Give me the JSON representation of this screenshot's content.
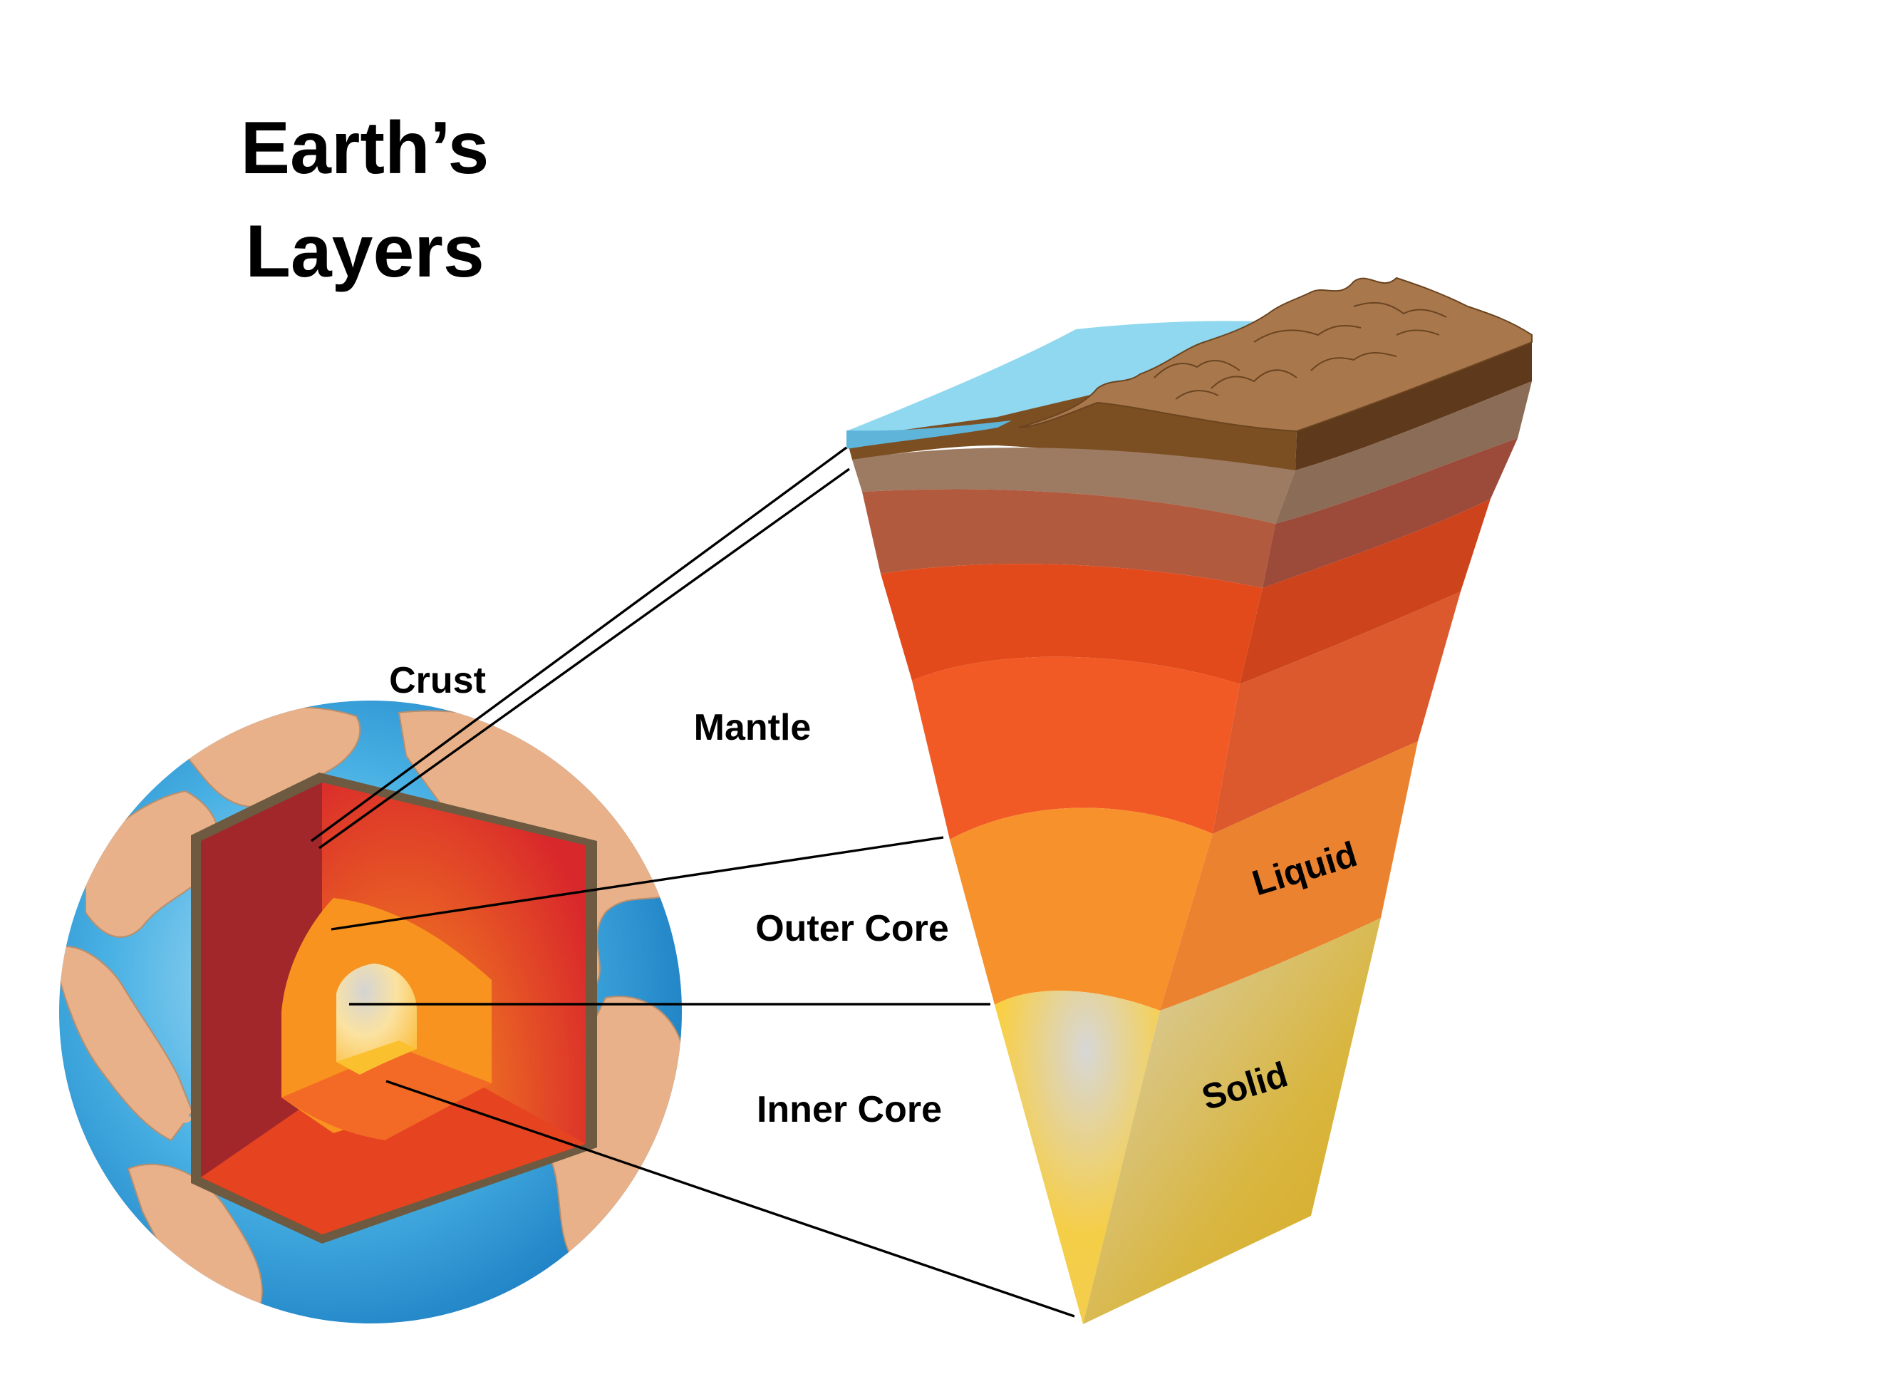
{
  "title": {
    "line1": "Earth’s",
    "line2": "Layers"
  },
  "labels": {
    "crust": "Crust",
    "mantle": "Mantle",
    "outer_core": "Outer Core",
    "inner_core": "Inner Core",
    "liquid": "Liquid",
    "solid": "Solid"
  },
  "colors": {
    "ocean": "#2ea3dc",
    "land": "#e8b189",
    "mantle": "#f15a24",
    "outer_core": "#f7931e",
    "inner_core": "#fbc02d",
    "crust": "#7a4a1e",
    "water": "#8fd8ef"
  }
}
